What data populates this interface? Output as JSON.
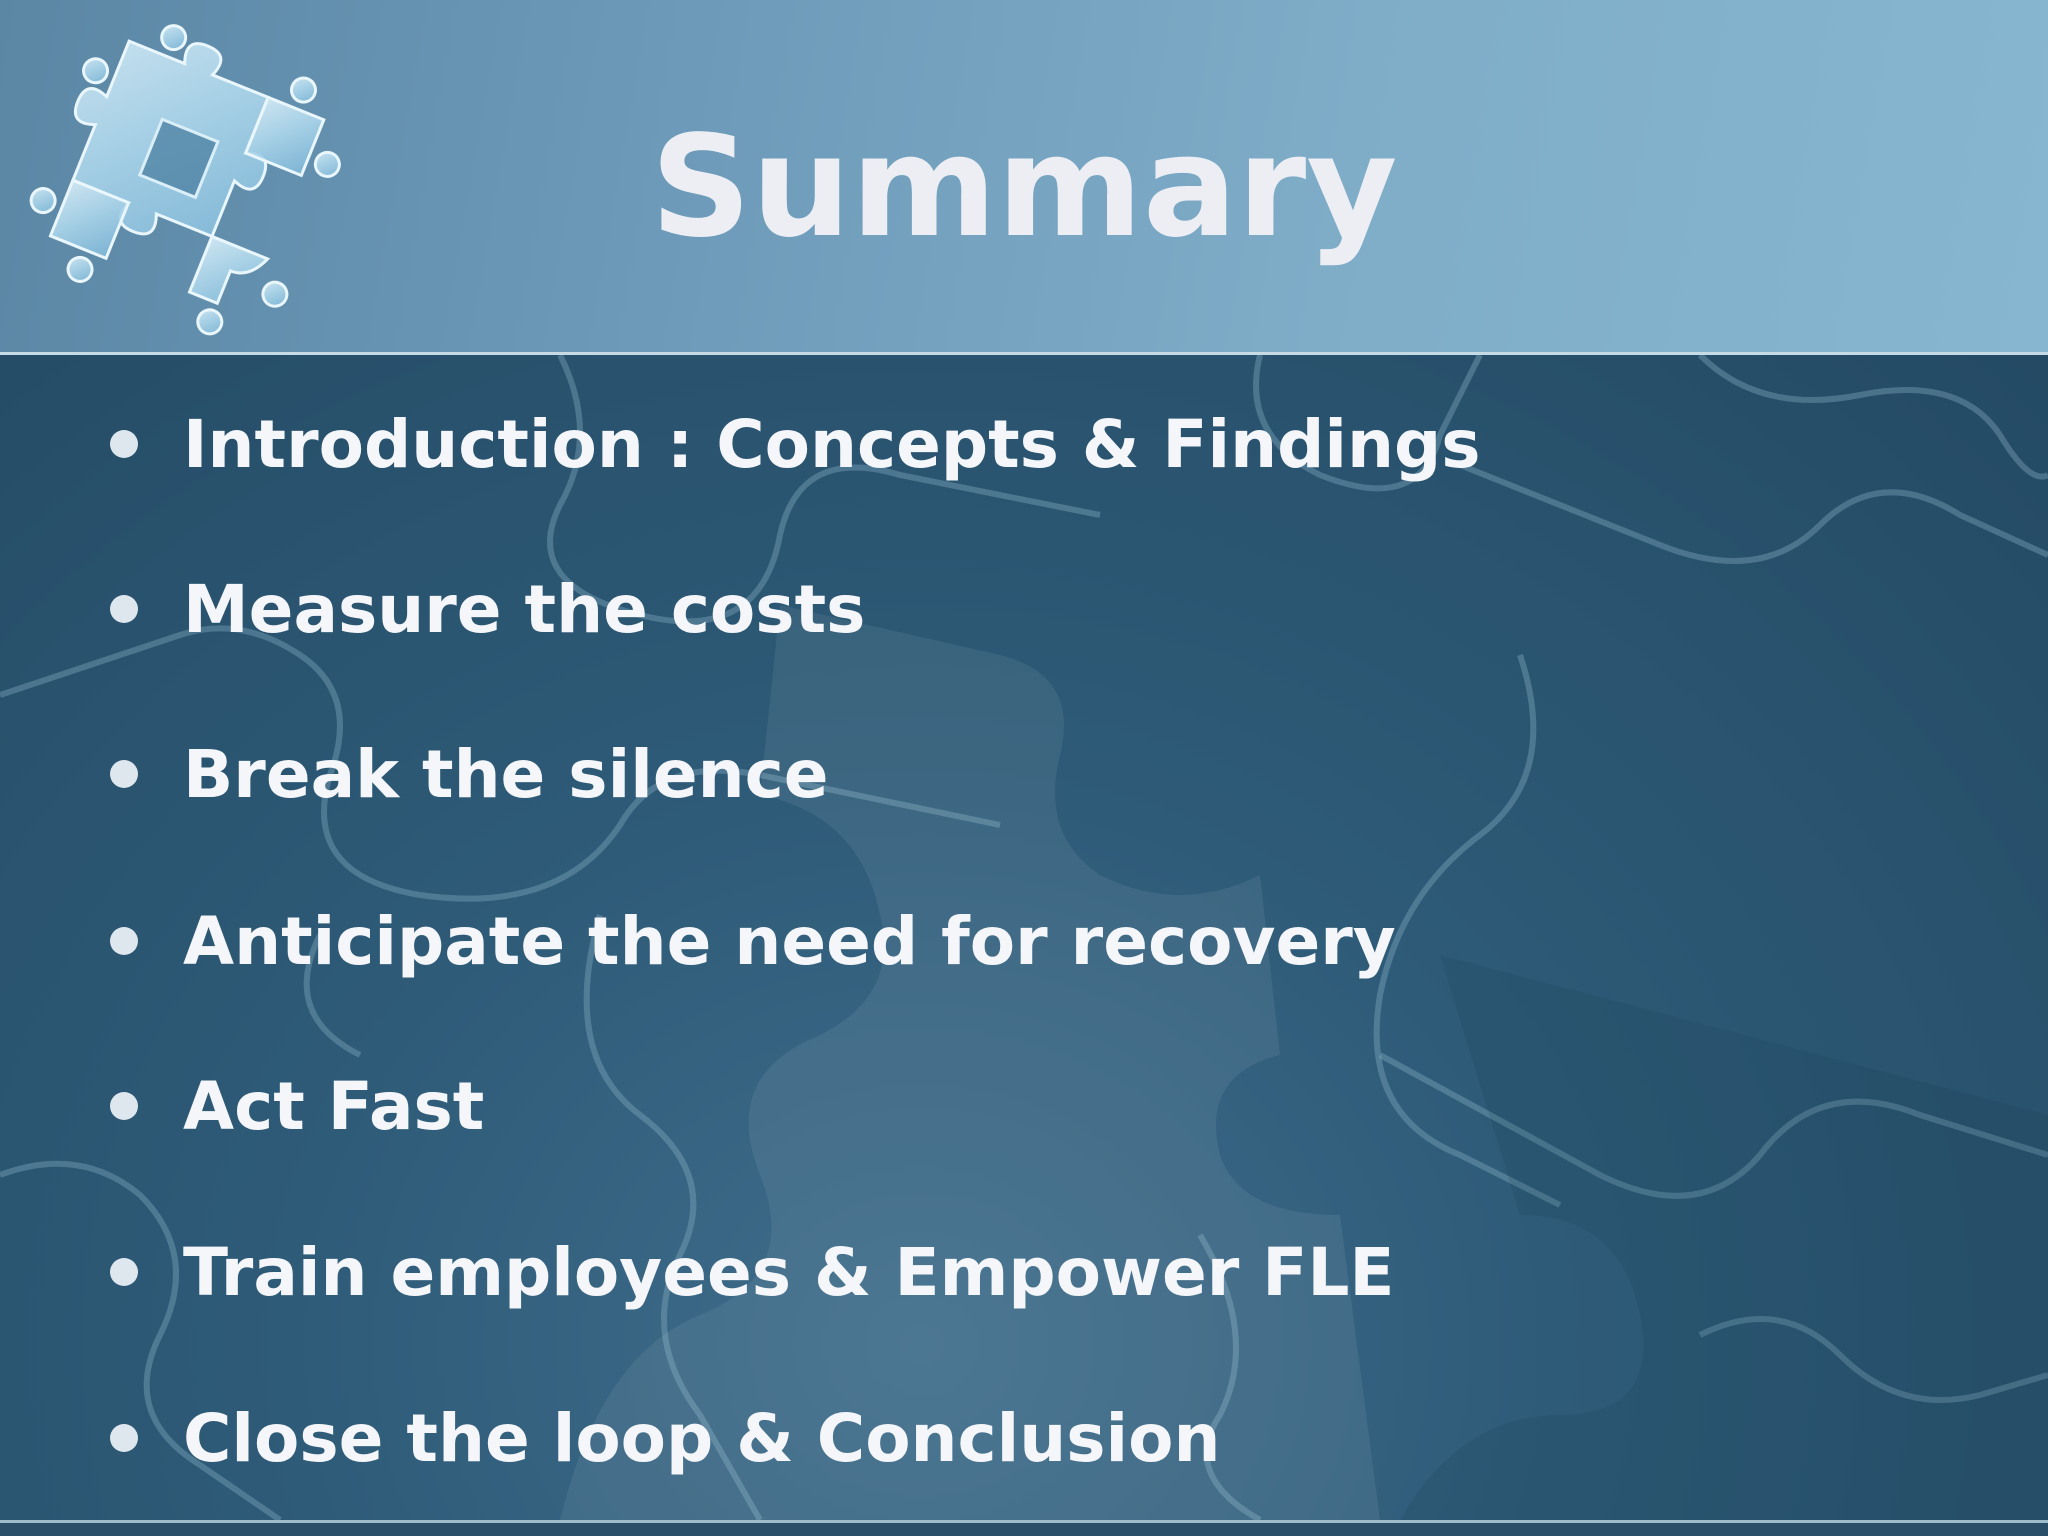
{
  "slide": {
    "title": "Summary",
    "bullets": [
      "Introduction : Concepts & Findings",
      "Measure the costs",
      "Break the silence",
      "Anticipate the need for recovery",
      "Act Fast",
      "Train employees & Empower FLE",
      "Close the loop & Conclusion"
    ]
  },
  "icons": {
    "logo": "puzzle-pieces-icon",
    "bullet": "bullet-dot-icon"
  },
  "colors": {
    "header": "#6d9bb9",
    "body": "#2b5470",
    "text": "#f4f6f9"
  }
}
